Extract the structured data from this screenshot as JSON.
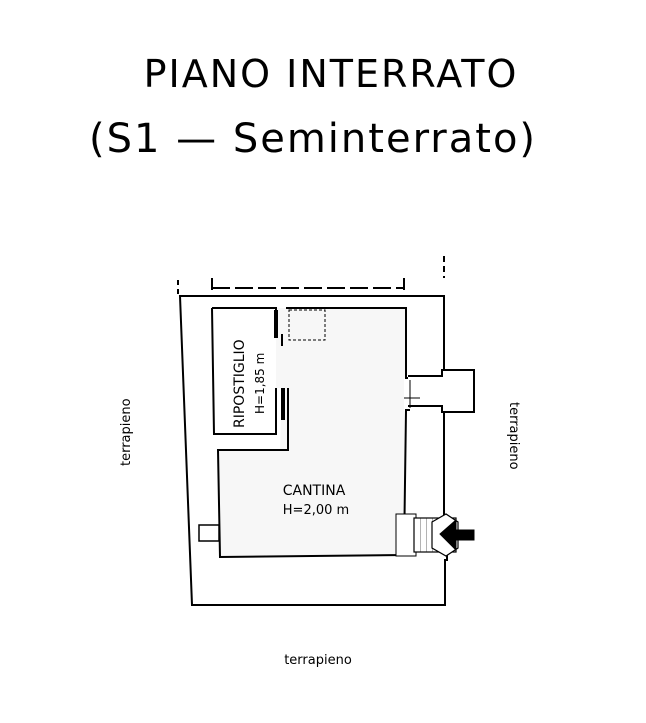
{
  "title": "PIANO  INTERRATO",
  "subtitle": "(S1  —  Seminterrato)",
  "rooms": {
    "ripostiglio": {
      "name": "RIPOSTIGLIO",
      "height": "H=1,85  m"
    },
    "cantina": {
      "name": "CANTINA",
      "height": "H=2,00  m"
    }
  },
  "surroundings": {
    "left": "terrapieno",
    "right": "terrapieno",
    "bottom": "terrapieno"
  }
}
